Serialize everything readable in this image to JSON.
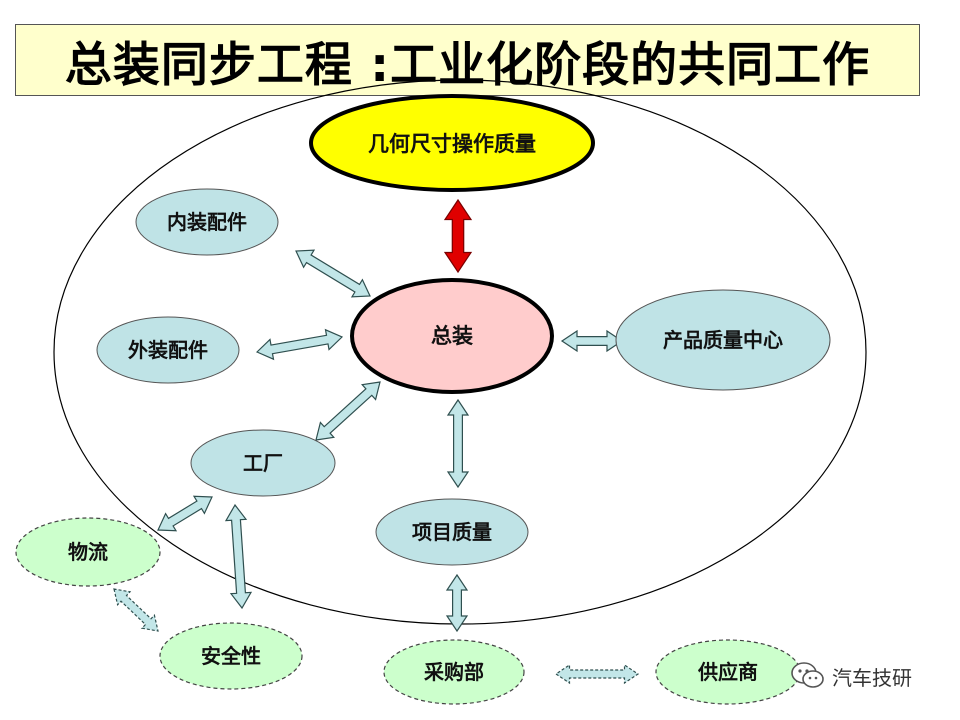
{
  "title": "总装同步工程 :工业化阶段的共同工作",
  "nodes": {
    "geometry": "几何尺寸操作质量",
    "assembly": "总装",
    "interior": "内装配件",
    "exterior": "外装配件",
    "quality_center": "产品质量中心",
    "factory": "工厂",
    "project_quality": "项目质量",
    "logistics": "物流",
    "safety": "安全性",
    "purchasing": "采购部",
    "supplier": "供应商"
  },
  "watermark": "汽车技研",
  "colors": {
    "title_bg": "#ffffcc",
    "geometry_fill": "#ffff00",
    "assembly_fill": "#ffcccc",
    "node_fill": "#bfe3e6",
    "outside_node_fill": "#ccffcc",
    "red_arrow": "#e00000",
    "arrow_fill": "#c2e6e8"
  }
}
